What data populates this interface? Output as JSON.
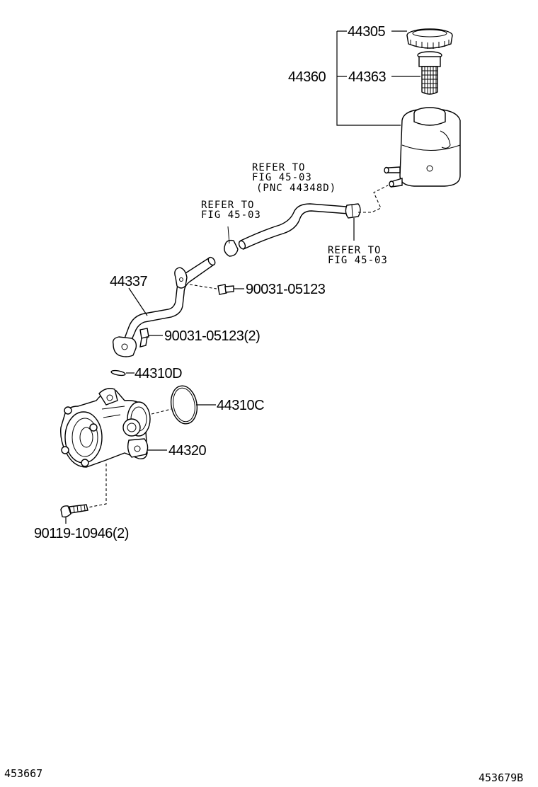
{
  "labels": {
    "p44305": "44305",
    "p44360": "44360",
    "p44363": "44363",
    "ref1_line1": "REFER TO",
    "ref1_line2": "FIG 45-03",
    "ref1_line3": "(PNC 44348D)",
    "ref2_line1": "REFER TO",
    "ref2_line2": "FIG 45-03",
    "ref3_line1": "REFER TO",
    "ref3_line2": "FIG 45-03",
    "p44337": "44337",
    "bolt_upper": "90031-05123",
    "bolt_lower": "90031-05123(2)",
    "p44310D": "44310D",
    "p44310C": "44310C",
    "p44320": "44320",
    "bolt_pump": "90119-10946(2)"
  },
  "footer": {
    "left_code": "453667",
    "right_code": "453679B"
  }
}
